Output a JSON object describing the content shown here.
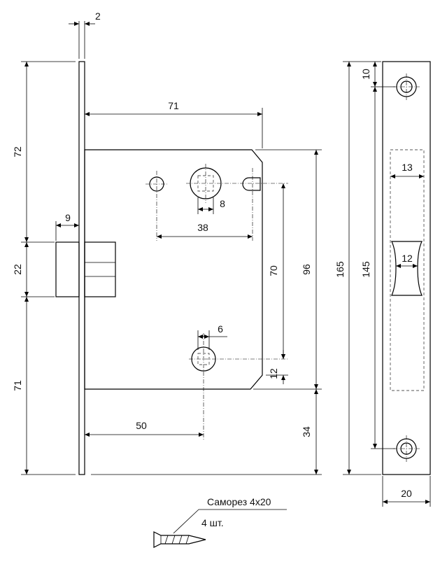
{
  "dimensions": {
    "faceplate_thickness": "2",
    "top_to_latch": "72",
    "latch_height": "22",
    "latch_to_bottom": "71",
    "latch_projection": "9",
    "backset": "71",
    "spindle_square": "8",
    "spindle_to_screw": "38",
    "spindle_to_key": "70",
    "body_height": "96",
    "key_square": "6",
    "key_offset": "12",
    "key_backset": "50",
    "bottom_offset": "34",
    "strike_total": "165",
    "strike_hole_spacing": "145",
    "strike_top_hole": "10",
    "strike_window": "13",
    "strike_latch_opening": "12",
    "strike_width": "20"
  },
  "screw": {
    "label": "Саморез 4x20",
    "quantity": "4 шт."
  }
}
